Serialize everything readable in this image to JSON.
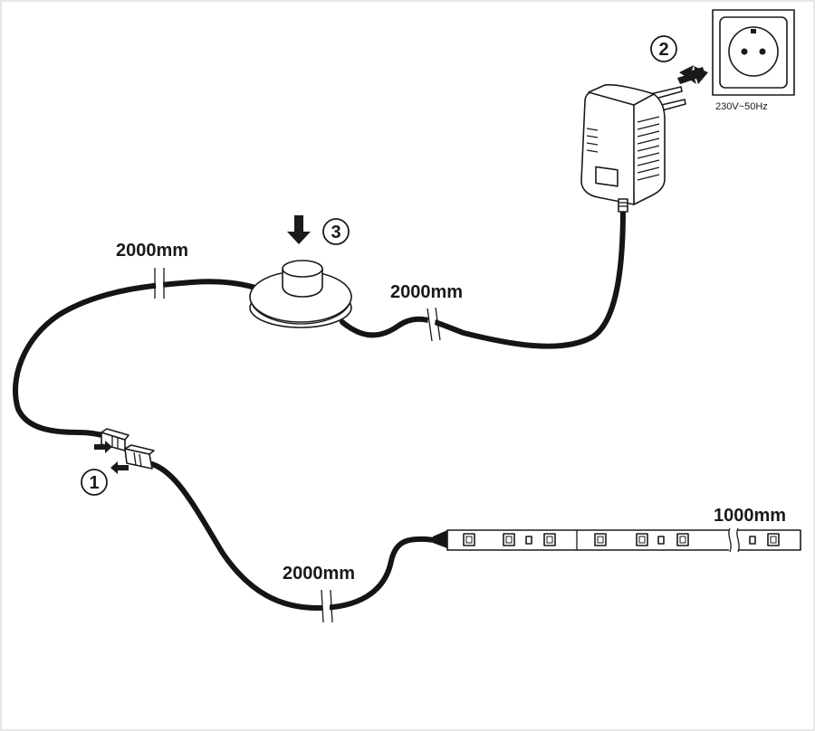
{
  "labels": {
    "cable_top_left": "2000mm",
    "cable_top_right": "2000mm",
    "cable_bottom": "2000mm",
    "strip_length": "1000mm",
    "voltage": "230V~50Hz"
  },
  "steps": {
    "step1": "1",
    "step2": "2",
    "step3": "3"
  },
  "icons": {
    "socket": "wall-socket-icon",
    "adapter": "power-adapter-icon",
    "switch": "foot-switch-icon",
    "connector": "strip-connector-icon",
    "strip": "led-strip-icon",
    "arrow": "arrow-icon"
  },
  "colors": {
    "cable": "#151515",
    "line": "#1a1a1a",
    "background": "#ffffff"
  }
}
